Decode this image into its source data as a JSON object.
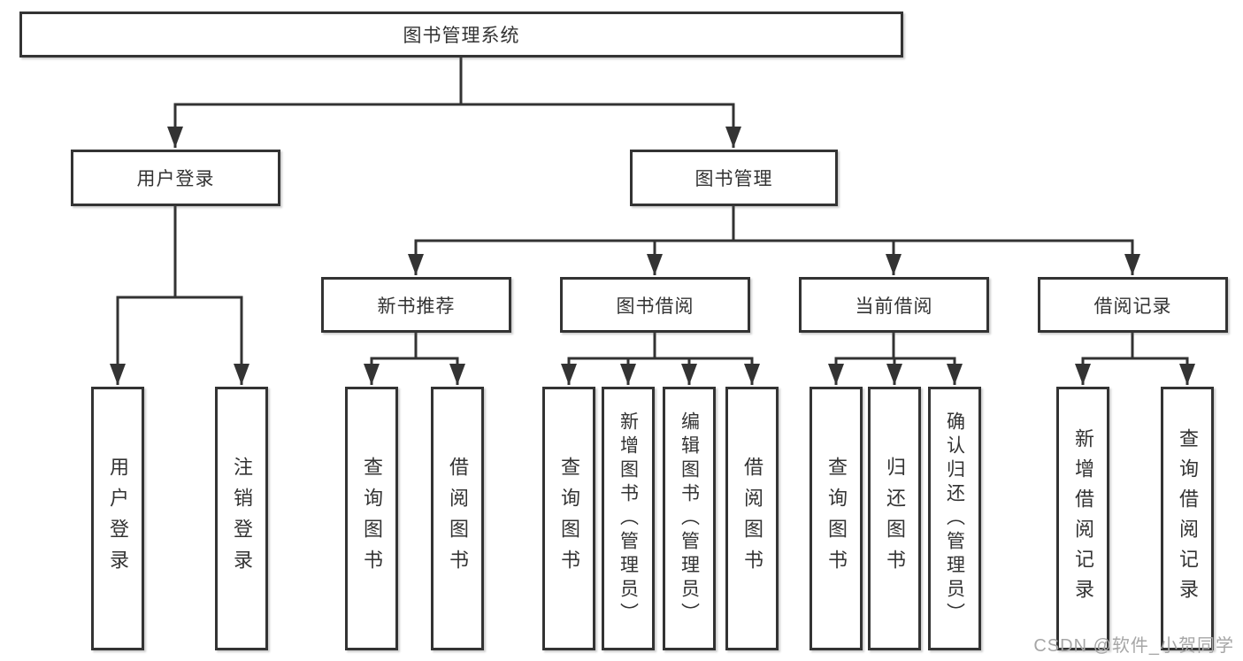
{
  "diagram": {
    "root_label": "图书管理系统",
    "level2": {
      "login": "用户登录",
      "management": "图书管理"
    },
    "level3": {
      "recommend": "新书推荐",
      "borrow": "图书借阅",
      "current": "当前借阅",
      "records": "借阅记录"
    },
    "leaves": {
      "login": [
        "用户登录",
        "注销登录"
      ],
      "recommend": [
        "查询图书",
        "借阅图书"
      ],
      "borrow": [
        "查询图书",
        "新增图书（管理员）",
        "编辑图书（管理员）",
        "借阅图书"
      ],
      "current": [
        "查询图书",
        "归还图书",
        "确认归还（管理员）"
      ],
      "records": [
        "新增借阅记录",
        "查询借阅记录"
      ]
    }
  },
  "watermark": "CSDN @软件_小贺同学",
  "colors": {
    "line": "#333333",
    "text": "#333333",
    "background": "#ffffff",
    "watermark": "#a6a6a6"
  }
}
